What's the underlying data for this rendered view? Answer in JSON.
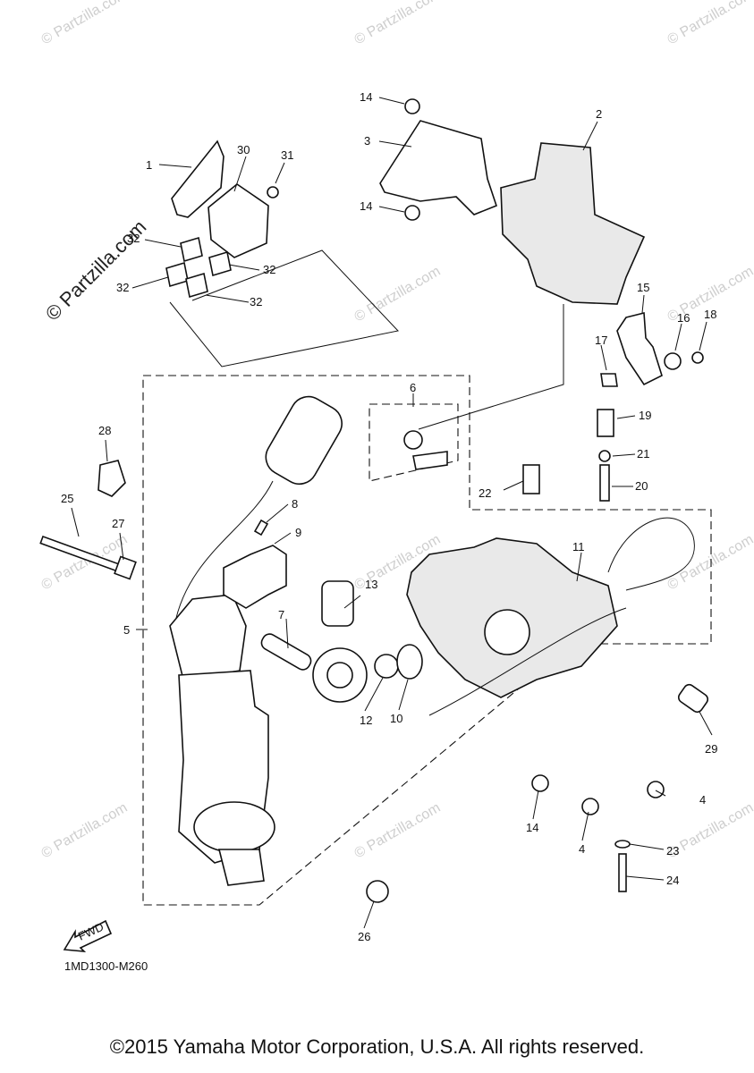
{
  "watermarks": {
    "site_diagonal": "© Partzilla.com",
    "site_faint": "© Partzilla.com"
  },
  "diagram": {
    "code": "1MD1300-M260",
    "fwd_label": "FWD",
    "callouts": [
      "1",
      "2",
      "3",
      "4",
      "5",
      "6",
      "7",
      "8",
      "9",
      "10",
      "11",
      "12",
      "13",
      "14",
      "15",
      "16",
      "17",
      "18",
      "19",
      "20",
      "21",
      "22",
      "23",
      "24",
      "25",
      "26",
      "27",
      "28",
      "29",
      "30",
      "31",
      "32"
    ]
  },
  "footer": {
    "copyright": "©2015 Yamaha Motor Corporation, U.S.A. All rights reserved."
  }
}
